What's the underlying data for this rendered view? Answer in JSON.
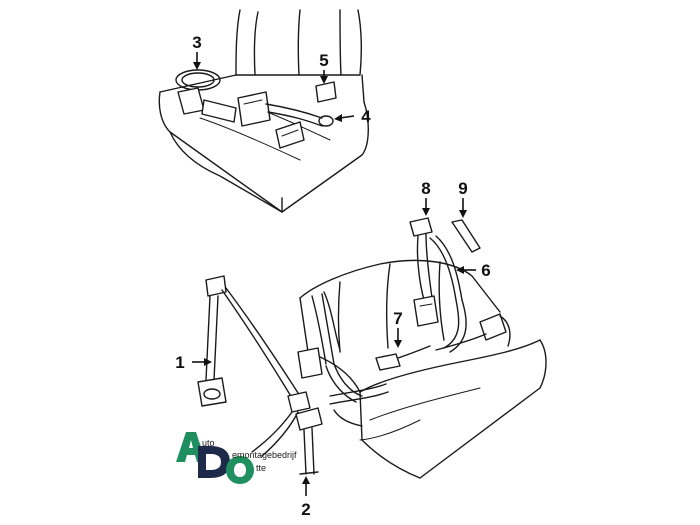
{
  "callouts": {
    "c1": "1",
    "c2": "2",
    "c3": "3",
    "c4": "4",
    "c5": "5",
    "c6": "6",
    "c7": "7",
    "c8": "8",
    "c9": "9"
  },
  "logo": {
    "letters": "ADO",
    "line1": "uto",
    "line2": "emontagebedrijf",
    "line3": "tte",
    "colors": {
      "green": "#1f8f5f",
      "dark": "#1e2a4a"
    }
  }
}
